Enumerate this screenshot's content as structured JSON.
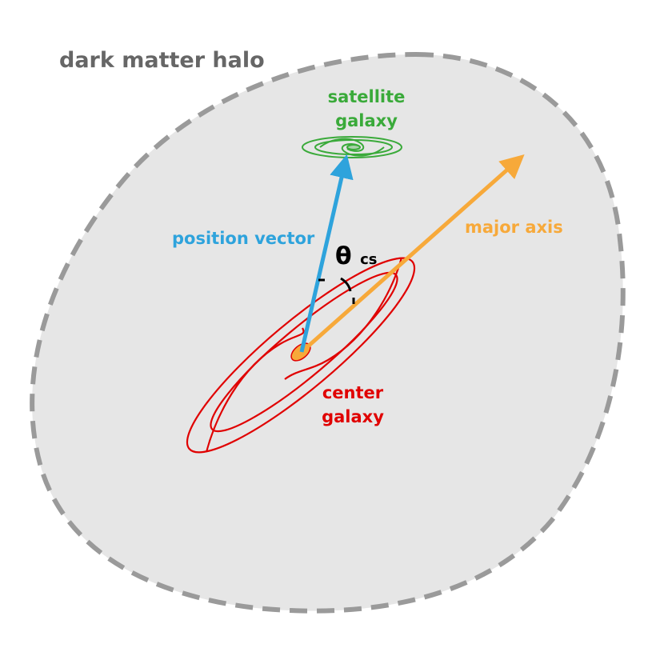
{
  "labels": {
    "halo": "dark matter halo",
    "satellite_line1": "satellite",
    "satellite_line2": "galaxy",
    "position_vector": "position vector",
    "major_axis": "major axis",
    "theta_symbol": "θ",
    "theta_subscript": "cs",
    "center_line1": "center",
    "center_line2": "galaxy"
  },
  "colors": {
    "halo_fill": "#e6e6e6",
    "halo_stroke": "#9a9a9a",
    "halo_text": "#666666",
    "satellite": "#3aaa3a",
    "position_vector": "#2ea3dc",
    "major_axis": "#f7a93a",
    "center_galaxy": "#e00000",
    "angle_mark": "#000000"
  },
  "icons": {
    "satellite": "spiral-galaxy-icon",
    "center": "spiral-galaxy-icon"
  }
}
